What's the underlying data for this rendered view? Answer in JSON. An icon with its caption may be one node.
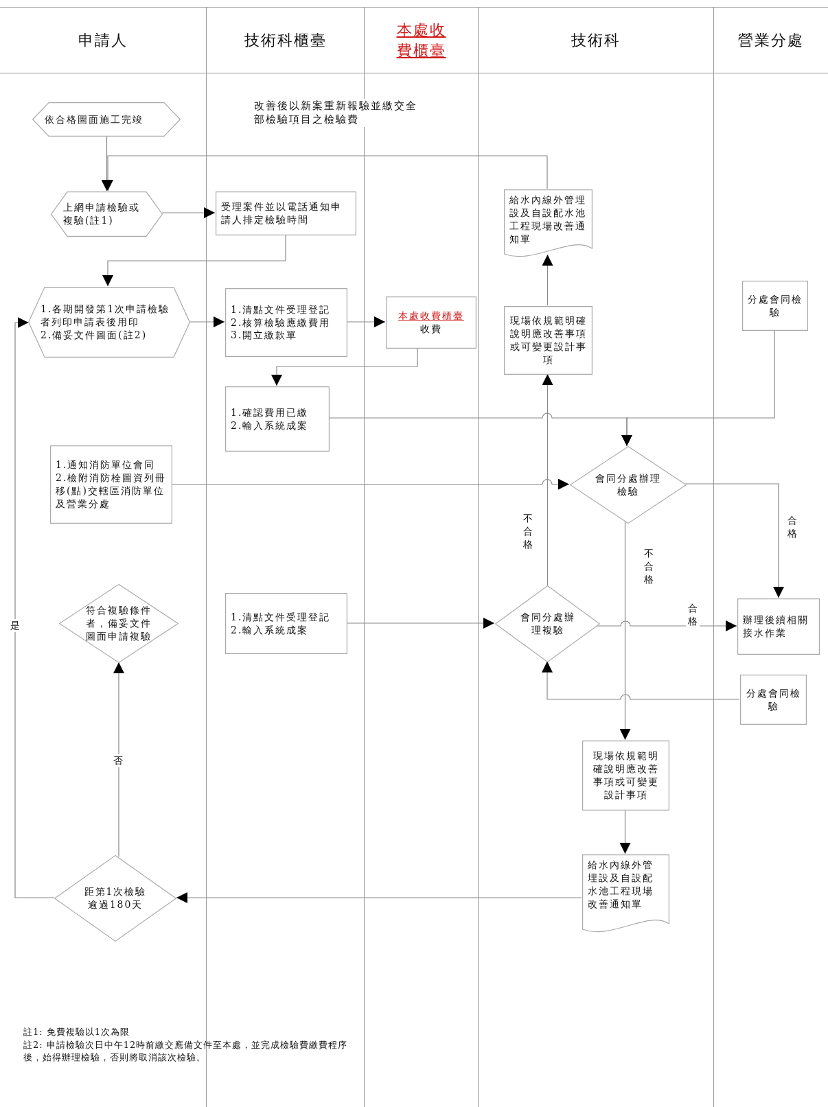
{
  "diagram": {
    "nodes": [
      {
        "text": [
          "申請人"
        ]
      },
      {
        "text": [
          "技術科櫃臺"
        ]
      },
      {
        "text": [
          "本處收費櫃臺"
        ]
      },
      {
        "text": [
          "技術科"
        ]
      },
      {
        "text": [
          "營業分處"
        ]
      },
      {
        "text": [
          "依合格圖面施工完竣"
        ],
        "in": 0
      },
      {
        "text": [
          "上網申請檢驗或複驗(註1)"
        ],
        "in": 0
      },
      {
        "text": [
          "受理案件並以電話通知申請人排定檢驗時間"
        ],
        "in": 1
      },
      {
        "text": [
          "1.各期開發第1次申請檢驗者列印申請表後用印",
          "2.備妥文件圖面(註2)"
        ],
        "in": 0
      },
      {
        "text": [
          "1.清點文件受理登記",
          "2.核算檢驗應繳費用",
          "3.開立繳款單"
        ],
        "in": 1
      },
      {
        "text": [
          "本處收費櫃臺",
          "收費"
        ],
        "in": 2
      },
      {
        "text": [
          "1.確認費用已繳",
          "2.輸入系統成案"
        ],
        "in": 1
      },
      {
        "text": [
          "1.通知消防單位會同",
          "2.檢附消防栓圖資列冊移(點)交轄區消防單位及營業分處"
        ],
        "in": 0
      },
      {
        "text": [
          "符合複驗條件者，備妥文件圖面申請複驗"
        ],
        "in": 0
      },
      {
        "text": [
          "1.清點文件受理登記",
          "2.輸入系統成案"
        ],
        "in": 1
      },
      {
        "text": [
          "距第1次檢驗逾過180天"
        ],
        "in": 0
      },
      {
        "text": [
          "給水內線外管埋設及自設配水池工程現場改善通知單"
        ],
        "in": 3
      },
      {
        "text": [
          "現場依規範明確說明應改善事項或可變更設計事項"
        ],
        "in": 3
      },
      {
        "text": [
          "分處會同檢驗"
        ],
        "in": 4
      },
      {
        "text": [
          "會同分處辦理檢驗"
        ],
        "in": 3
      },
      {
        "text": [
          "會同分處辦理複驗"
        ],
        "in": 3
      },
      {
        "text": [
          "辦理後續相關接水作業"
        ],
        "in": 4
      },
      {
        "text": [
          "分處會同檢驗"
        ],
        "in": 4
      },
      {
        "text": [
          "現場依規範明確說明應改善事項或可變更設計事項"
        ],
        "in": 3
      },
      {
        "text": [
          "給水內線外管埋設及自設配水池工程現場改善通知單"
        ],
        "in": 3
      }
    ],
    "edges": [
      {
        "from": 5,
        "to": 6,
        "arrow": "to"
      },
      {
        "from": 16,
        "to": 6,
        "arrow": "to",
        "label": "改善後以新案重新報驗並繳交全部檢驗項目之檢驗費"
      },
      {
        "from": 6,
        "to": 7,
        "arrow": "to"
      },
      {
        "from": 7,
        "to": 8,
        "arrow": "to"
      },
      {
        "from": 8,
        "to": 9,
        "arrow": "to"
      },
      {
        "from": 9,
        "to": 10,
        "arrow": "to"
      },
      {
        "from": 10,
        "to": 11,
        "arrow": "to"
      },
      {
        "from": 11,
        "to": 19,
        "arrow": "to"
      },
      {
        "from": 18,
        "to": 19,
        "arrow": "to"
      },
      {
        "from": 12,
        "to": 19,
        "arrow": "to"
      },
      {
        "from": 14,
        "to": 20,
        "arrow": "to"
      },
      {
        "from": 20,
        "to": 17,
        "arrow": "to",
        "label": "不合格"
      },
      {
        "from": 17,
        "to": 16,
        "arrow": "to"
      },
      {
        "from": 19,
        "to": 21,
        "arrow": "to",
        "label": "合格"
      },
      {
        "from": 20,
        "to": 21,
        "arrow": "to",
        "label": "合格"
      },
      {
        "from": 19,
        "to": 23,
        "arrow": "to",
        "label": "不合格"
      },
      {
        "from": 22,
        "to": 20,
        "arrow": "to"
      },
      {
        "from": 23,
        "to": 24,
        "arrow": "to"
      },
      {
        "from": 24,
        "to": 15,
        "arrow": "to"
      },
      {
        "from": 15,
        "to": 13,
        "arrow": "to",
        "label": "否"
      },
      {
        "from": 15,
        "to": 8,
        "arrow": "to",
        "label": "是"
      }
    ],
    "labels": [
      "註1: 免費複驗以1次為限",
      "註2: 申請檢驗次日中午12時前繳交應備文件至本處，並完成檢驗費繳費程序後，始得辦理檢驗，否則將取消該次檢驗。"
    ]
  }
}
